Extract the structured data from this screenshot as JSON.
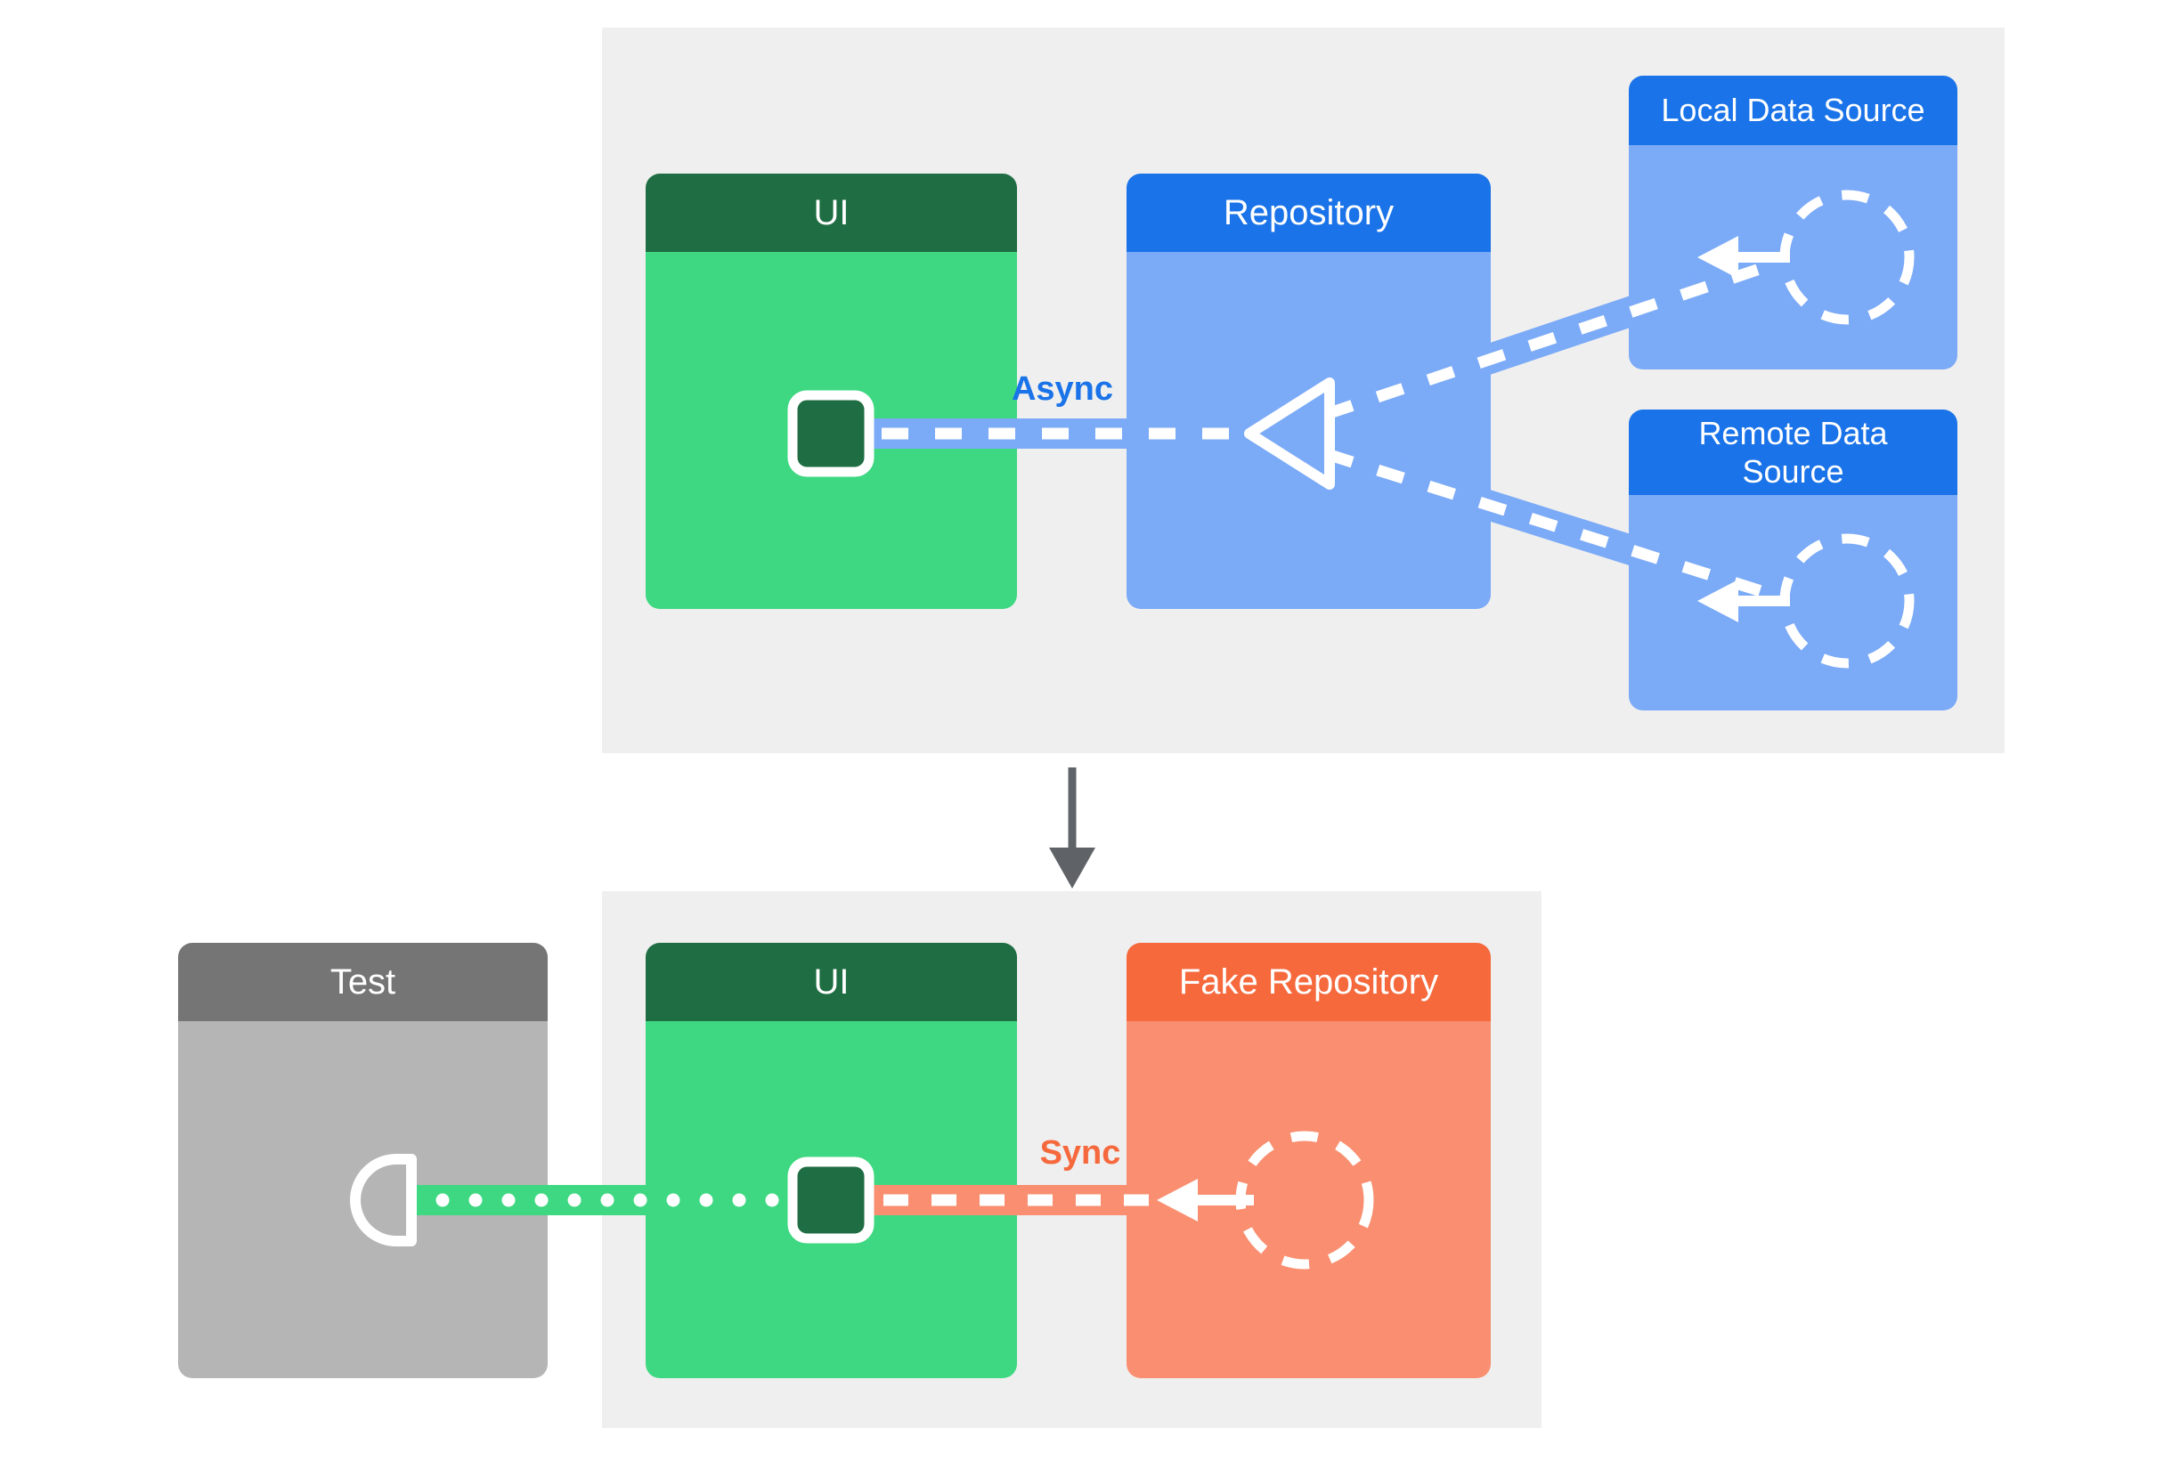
{
  "colors": {
    "panel_bg": "#efefef",
    "green_header": "#1f6e43",
    "green_body": "#3fd882",
    "blue_header": "#1a73e8",
    "blue_body": "#7baaf7",
    "orange_header": "#f5693d",
    "orange_body": "#f98f70",
    "gray_header": "#757575",
    "gray_body": "#b5b5b5",
    "flow_white": "#ffffff",
    "down_arrow": "#5f6368"
  },
  "top_panel": {
    "ui_label": "UI",
    "repository_label": "Repository",
    "local_data_source_label": "Local Data Source",
    "remote_data_source_label": "Remote Data Source",
    "connection_label": "Async"
  },
  "bottom_panel": {
    "test_label": "Test",
    "ui_label": "UI",
    "fake_repository_label": "Fake Repository",
    "connection_label": "Sync"
  },
  "icons": {
    "local_data_source_icon": "dashed-circle-with-left-arrow",
    "remote_data_source_icon": "dashed-circle-with-left-arrow",
    "fake_repository_icon": "dashed-circle-with-left-arrow",
    "repository_inlet_icon": "hollow-triangle-pointing-left",
    "ui_state_icon": "dark-rounded-square",
    "test_socket_icon": "half-round-socket",
    "transition_icon": "downward-arrow"
  }
}
